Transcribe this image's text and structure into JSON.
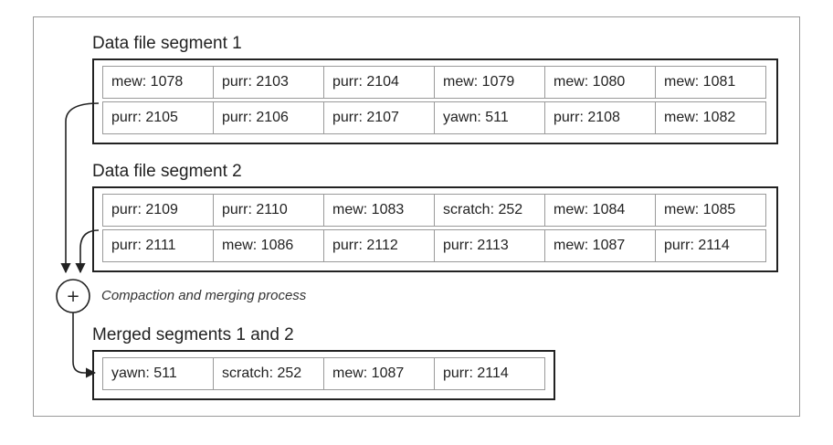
{
  "segment1": {
    "title": "Data file segment 1",
    "rows": [
      [
        "mew: 1078",
        "purr: 2103",
        "purr: 2104",
        "mew: 1079",
        "mew: 1080",
        "mew: 1081"
      ],
      [
        "purr: 2105",
        "purr: 2106",
        "purr: 2107",
        "yawn: 511",
        "purr: 2108",
        "mew: 1082"
      ]
    ]
  },
  "segment2": {
    "title": "Data file segment 2",
    "rows": [
      [
        "purr: 2109",
        "purr: 2110",
        "mew: 1083",
        "scratch: 252",
        "mew: 1084",
        "mew: 1085"
      ],
      [
        "purr: 2111",
        "mew: 1086",
        "purr: 2112",
        "purr: 2113",
        "mew: 1087",
        "purr: 2114"
      ]
    ]
  },
  "merge": {
    "symbol": "+",
    "label": "Compaction and merging process"
  },
  "merged": {
    "title": "Merged segments 1 and 2",
    "rows": [
      [
        "yawn: 511",
        "scratch: 252",
        "mew: 1087",
        "purr: 2114"
      ]
    ]
  }
}
